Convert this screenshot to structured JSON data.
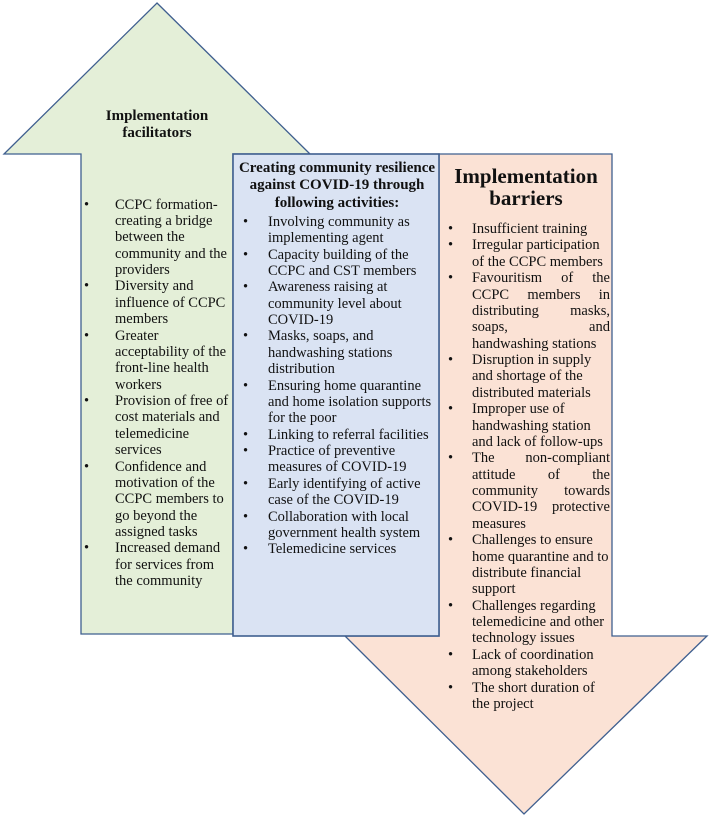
{
  "colors": {
    "facilitators_fill": "#e4efd8",
    "activities_fill": "#dae3f3",
    "barriers_fill": "#fbe2d5",
    "outline": "#3f5f8f"
  },
  "facilitators": {
    "title": "Implementation facilitators",
    "items": [
      "CCPC formation-creating a bridge between the community and the providers",
      "Diversity and influence of CCPC members",
      "Greater acceptability of the front-line health workers",
      "Provision of free of cost materials and telemedicine services",
      "Confidence and motivation of the CCPC members to go beyond the assigned tasks",
      "Increased demand for services from the community"
    ]
  },
  "activities": {
    "title": "Creating community resilience against COVID-19 through following activities:",
    "items": [
      "Involving community as implementing agent",
      "Capacity building of the CCPC and CST members",
      "Awareness raising at community level about COVID-19",
      "Masks, soaps, and handwashing stations distribution",
      "Ensuring home quarantine and home isolation supports for the poor",
      "Linking to referral facilities",
      "Practice of preventive measures of COVID-19",
      "Early identifying of active case of the COVID-19",
      "Collaboration with local government health system",
      "Telemedicine services"
    ]
  },
  "barriers": {
    "title": "Implementation barriers",
    "items": [
      "Insufficient training",
      "Irregular participation of the CCPC members",
      "Favouritism of the CCPC members in distributing masks, soaps, and handwashing stations",
      "Disruption in supply and shortage of the distributed materials",
      "Improper use of handwashing station and lack of follow-ups",
      "The non-compliant attitude of the community towards COVID-19 protective measures",
      "Challenges to ensure home quarantine and to distribute financial support",
      "Challenges regarding telemedicine and other technology issues",
      "Lack of coordination among stakeholders",
      "The short duration of the project"
    ]
  }
}
